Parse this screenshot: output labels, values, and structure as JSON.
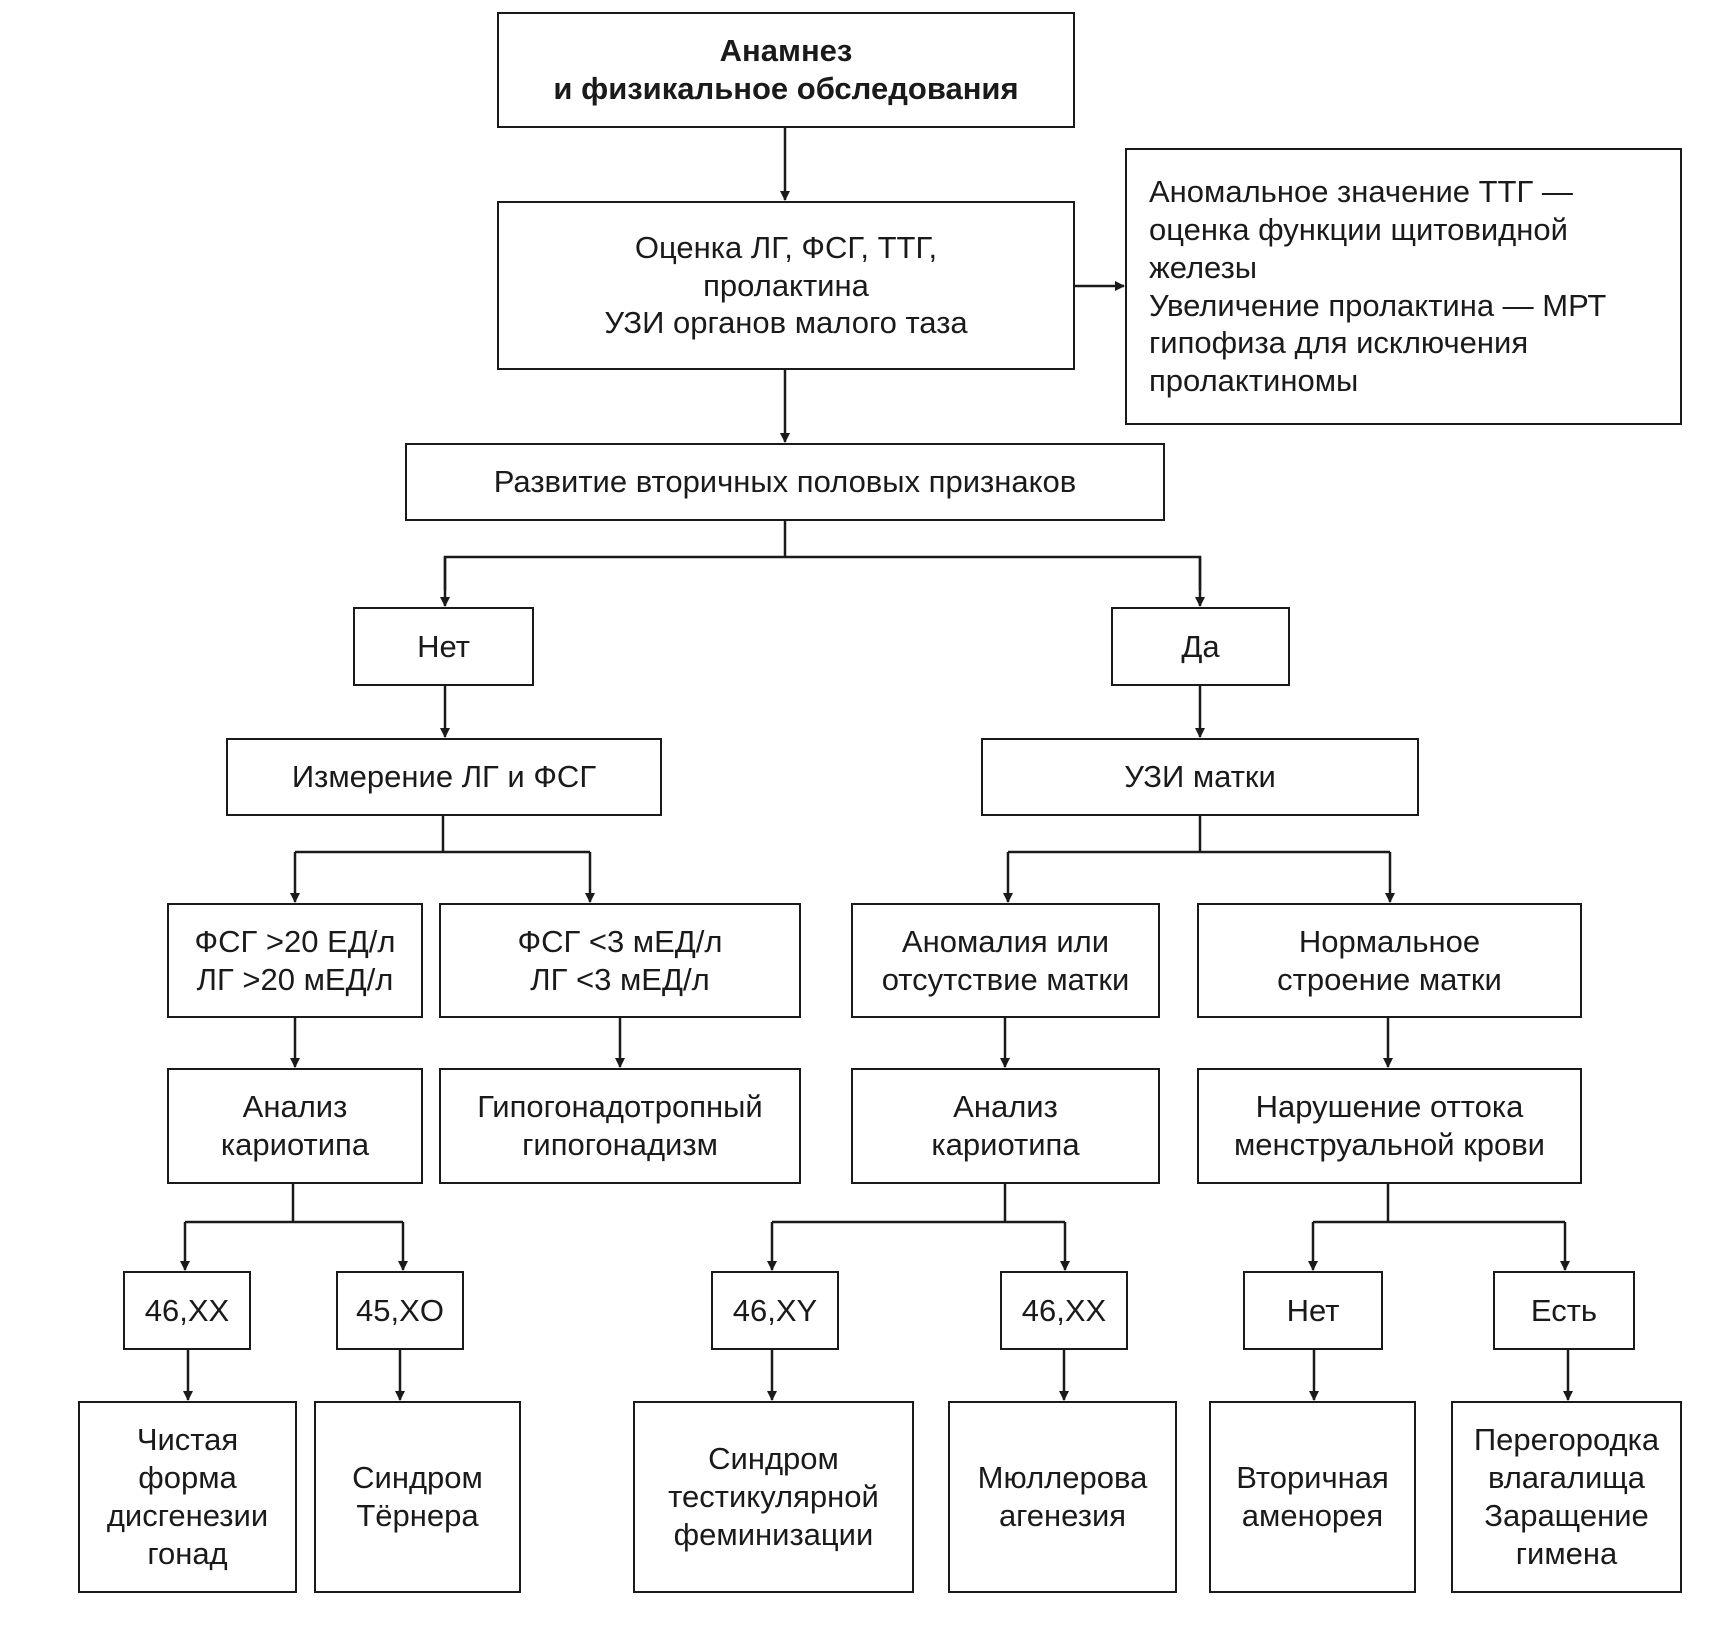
{
  "nodes": {
    "start": "Анамнез\nи физикальное обследования",
    "labs": "Оценка ЛГ, ФСГ, ТТГ,\nпролактина\nУЗИ органов малого таза",
    "side_note": "Аномальное значение ТТГ —\nоценка функции щитовидной\nжелезы\nУвеличение пролактина — МРТ\nгипофиза для исключения\nпролактиномы",
    "secondary": "Развитие вторичных половых признаков",
    "no": "Нет",
    "yes": "Да",
    "measure": "Измерение ЛГ и ФСГ",
    "us_uterus": "УЗИ матки",
    "fsg_high": "ФСГ >20 ЕД/л\nЛГ >20 мЕД/л",
    "fsg_low": "ФСГ <3 мЕД/л\nЛГ <3 мЕД/л",
    "anomaly": "Аномалия или\nотсутствие матки",
    "normal": "Нормальное\nстроение матки",
    "karyo_l": "Анализ\nкариотипа",
    "hypo": "Гипогонадотропный\nгипогонадизм",
    "karyo_r": "Анализ\nкариотипа",
    "outflow": "Нарушение оттока\nменструальной крови",
    "k46xx_l": "46,XX",
    "k45xo": "45,XO",
    "k46xy": "46,XY",
    "k46xx_r": "46,XX",
    "no2": "Нет",
    "yes2": "Есть",
    "gonad": "Чистая\nформа\nдисгенезии\nгонад",
    "turner": "Синдром\nТёрнера",
    "testic": "Синдром\nтестикулярной\nфеминизации",
    "muller": "Мюллерова\nагенезия",
    "secondary_amen": "Вторичная\nаменорея",
    "septum": "Перегородка\nвлагалища\nЗаращение\nгимена"
  }
}
